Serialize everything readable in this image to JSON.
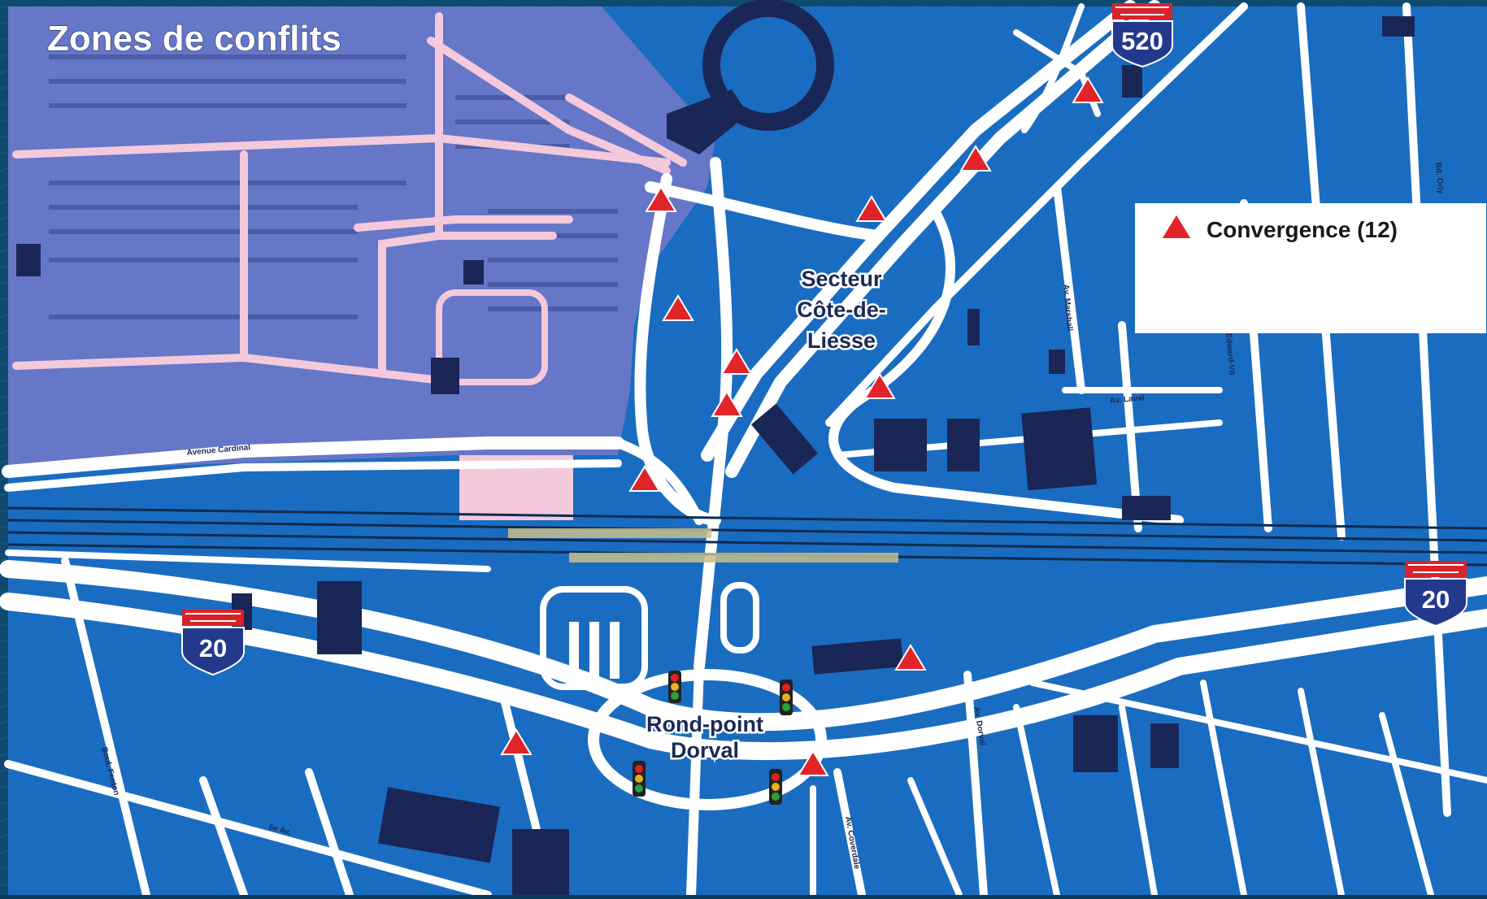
{
  "map": {
    "title": "Zones de conflits",
    "areas": {
      "secteur": [
        "Secteur",
        "Côte-de-",
        "Liesse"
      ],
      "rond_point": [
        "Rond-point",
        "Dorval"
      ]
    },
    "streets": {
      "avenue_cardinal": "Avenue Cardinal",
      "av_marshall": "Av. Marshall",
      "av_laval": "Av. Laval",
      "edward_vii": "Edward-VII",
      "bd_orly": "Bd. Orly",
      "av_dorval": "Av. Dorval",
      "av_coverdale": "Av. Coverdale",
      "bd_fenton": "Boul. Fenton",
      "sixth_av": "6e Av."
    },
    "highways": [
      {
        "id": "a520",
        "number": "520"
      },
      {
        "id": "a20-west",
        "number": "20"
      },
      {
        "id": "a20-east",
        "number": "20"
      }
    ],
    "legend": {
      "convergence_label": "Convergence (12)"
    },
    "conflict_count": 12,
    "traffic_lights_count": 4,
    "colors": {
      "water": "#0f4a6e",
      "land": "#1a6cc0",
      "airport": "#6677c8",
      "road": "#ffffff",
      "airport_road": "#f4c9dc",
      "building": "#1a2656",
      "conflict_marker": "#e0242a",
      "shield_top": "#d8232a",
      "shield_bottom": "#233a8c"
    },
    "icons": [
      "convergence-triangle-icon",
      "traffic-light-icon",
      "highway-shield-icon"
    ]
  }
}
